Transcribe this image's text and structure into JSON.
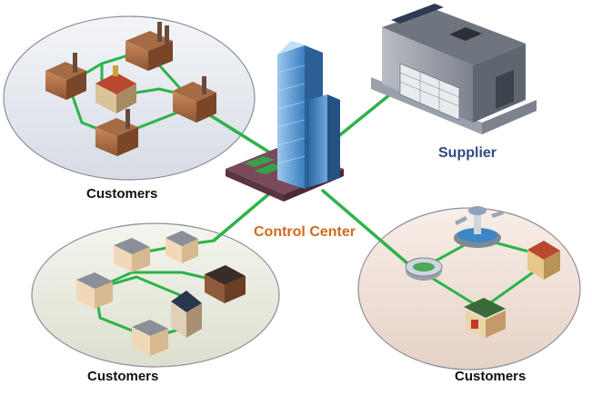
{
  "labels": {
    "customers_top_left": "Customers",
    "customers_bottom_left": "Customers",
    "customers_bottom_right": "Customers",
    "supplier": "Supplier",
    "control_center": "Control Center"
  },
  "colors": {
    "link_green": "#2db34a",
    "ellipse_industrial": "#e3e7ee",
    "ellipse_residential": "#e8eadf",
    "ellipse_public": "#f2e4dc",
    "supplier_text": "#2f4a7d",
    "control_text": "#d26a1e",
    "tower_blue": "#3d86c6",
    "platform_maroon": "#7a4a5a"
  },
  "icons": {
    "control_center": "skyscraper-icon",
    "supplier": "warehouse-icon",
    "industrial_customers": "factory-icon",
    "residential_customers": "house-icon",
    "public_customers": [
      "airport-icon",
      "stadium-icon",
      "store-icon",
      "school-icon"
    ]
  }
}
